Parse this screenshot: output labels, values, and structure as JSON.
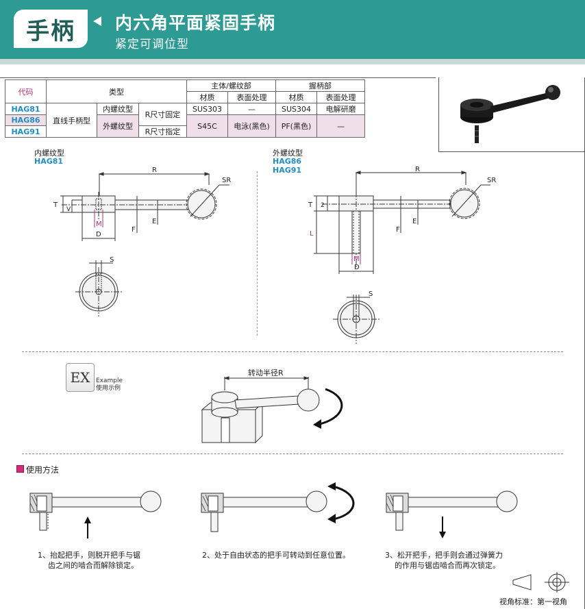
{
  "header": {
    "category": "手柄",
    "title": "内六角平面紧固手柄",
    "subtitle": "紧定可调位型"
  },
  "table": {
    "h_code": "代码",
    "h_type": "类型",
    "h_body": "主体/螺纹部",
    "h_grip": "握柄部",
    "h_mat": "材质",
    "h_surface": "表面处理",
    "h_mat2": "材质",
    "h_surface2": "表面处理",
    "codes": [
      "HAG81",
      "HAG86",
      "HAG91"
    ],
    "type_main": "直线手柄型",
    "type_inner": "内螺纹型",
    "type_outer": "外螺纹型",
    "r_fixed": "R尺寸固定",
    "r_specify": "R尺寸指定",
    "body_mat_1": "SUS303",
    "body_surf_1": "—",
    "grip_mat_1": "SUS304",
    "grip_surf_1": "电解研磨",
    "body_mat_2": "S45C",
    "body_surf_2": "电泳(黑色)",
    "grip_mat_2": "PF(黑色)",
    "grip_surf_2": "—"
  },
  "diagram_left": {
    "type_label": "内螺纹型",
    "code": "HAG81",
    "dims": {
      "R": "R",
      "SR": "SR",
      "T": "T",
      "V": "V",
      "M": "M",
      "F": "F",
      "E": "E",
      "D": "D",
      "S": "S"
    }
  },
  "diagram_right": {
    "type_label": "外螺纹型",
    "code1": "HAG86",
    "code2": "HAG91",
    "dims": {
      "R": "R",
      "SR": "SR",
      "T": "T",
      "two": "2",
      "L": "L",
      "M": "M",
      "F": "F",
      "E": "E",
      "D": "D",
      "S": "S"
    }
  },
  "example": {
    "badge": "EX",
    "label_en": "Example",
    "label_cn": "使用示例",
    "radius_label": "转动半径R"
  },
  "usage": {
    "title": "使用方法",
    "step1_line1": "1、抬起把手，则脱开把手与锯",
    "step1_line2": "齿之间的啮合而解除锁定。",
    "step2": "2、处于自由状态的把手可转动到任意位置。",
    "step3_line1": "3、松开把手，把手则会通过弹簧力",
    "step3_line2": "的作用与锯齿啮合而再次锁定。"
  },
  "projection": {
    "label": "视角标准：第一视角"
  },
  "colors": {
    "header_bg": "#2d9b93",
    "code_blue": "#1d8fc6",
    "magenta": "#b03070",
    "highlight_row": "#f0dfe9"
  }
}
